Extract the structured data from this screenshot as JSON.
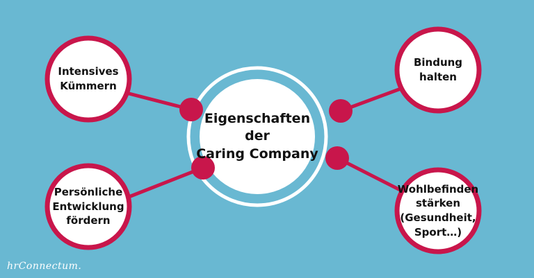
{
  "diagram": {
    "center_label": "Eigenschaften der\nCaring Company",
    "nodes": {
      "top_left": "Intensives\nKümmern",
      "bottom_left": "Persönliche\nEntwicklung\nfördern",
      "top_right": "Bindung\nhalten",
      "bottom_right": "Wohlbefinden\nstärken\n(Gesundheit,\nSport…)"
    }
  },
  "logo": {
    "text": "hrConnectum."
  },
  "colors": {
    "background": "#69b8d2",
    "accent": "#c8164b",
    "node_fill": "#ffffff",
    "ring": "#ffffff"
  }
}
